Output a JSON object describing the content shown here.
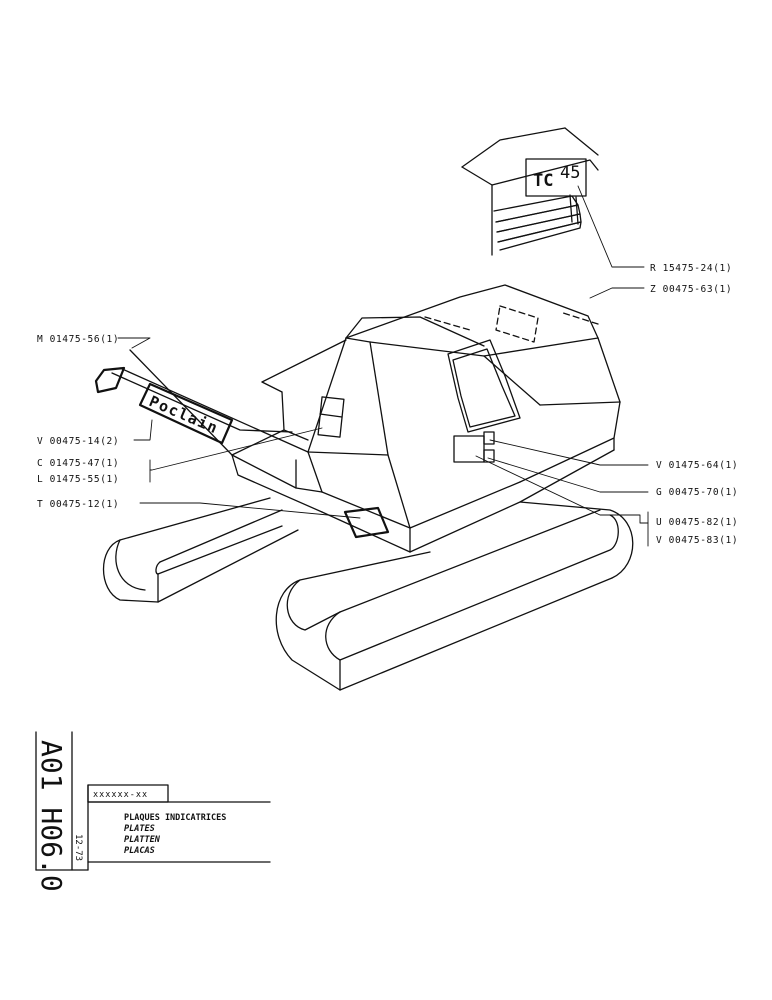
{
  "drawing": {
    "brand": "Poclain",
    "model": {
      "prefix": "TC",
      "number": "45"
    },
    "callouts": [
      {
        "id": "r",
        "label": "R 15475-24(1)"
      },
      {
        "id": "z",
        "label": "Z 00475-63(1)"
      },
      {
        "id": "m",
        "label": "M 01475-56(1)"
      },
      {
        "id": "v14",
        "label": "V 00475-14(2)"
      },
      {
        "id": "c",
        "label": "C 01475-47(1)"
      },
      {
        "id": "l",
        "label": "L 01475-55(1)"
      },
      {
        "id": "t",
        "label": "T 00475-12(1)"
      },
      {
        "id": "v64",
        "label": "V 01475-64(1)"
      },
      {
        "id": "g",
        "label": "G 00475-70(1)"
      },
      {
        "id": "u",
        "label": "U 00475-82(1)"
      },
      {
        "id": "v83",
        "label": "V 00475-83(1)"
      }
    ]
  },
  "title_block": {
    "page_id": "A01 H06.0",
    "date": "12-73",
    "code": "xxxxxx-xx",
    "titles": [
      "PLAQUES INDICATRICES",
      "PLATES",
      "PLATTEN",
      "PLACAS"
    ]
  }
}
